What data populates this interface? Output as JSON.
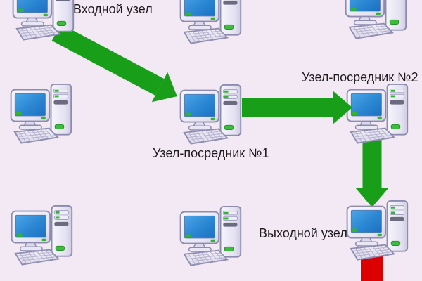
{
  "diagram": {
    "colors": {
      "bg": "#f3e9f4",
      "green": "#189e18",
      "red": "#dd0000",
      "ink": "#1c1c1c"
    },
    "labels": {
      "entry_node": "Входной узел",
      "relay_node_1": "Узел-посредник №1",
      "relay_node_2": "Узел-посредник №2",
      "exit_node": "Выходной узел"
    },
    "nodes": {
      "total_computers": 9,
      "labeled": [
        "entry_node",
        "relay_node_1",
        "relay_node_2",
        "exit_node"
      ],
      "unlabeled_count": 5
    },
    "path": [
      {
        "from": "entry_node",
        "to": "relay_node_1",
        "color": "#189e18"
      },
      {
        "from": "relay_node_1",
        "to": "relay_node_2",
        "color": "#189e18"
      },
      {
        "from": "relay_node_2",
        "to": "exit_node",
        "color": "#189e18"
      },
      {
        "from": "exit_node",
        "to": "offscreen-bottom",
        "color": "#dd0000"
      }
    ]
  }
}
